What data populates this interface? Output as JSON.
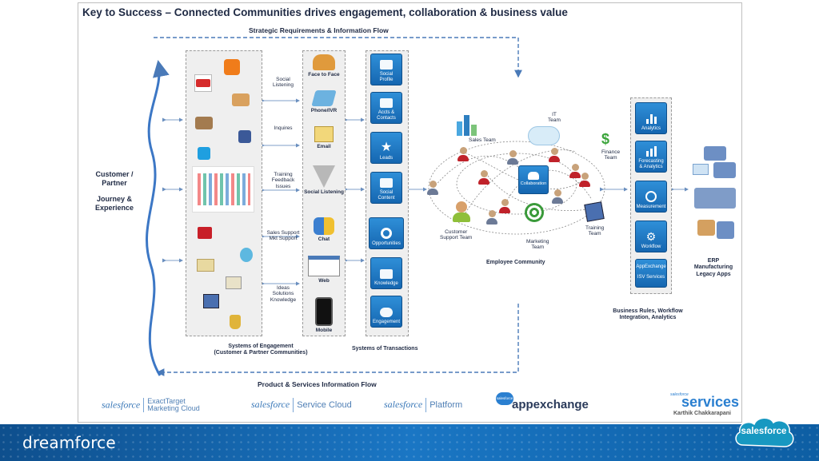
{
  "title": "Key to Success – Connected Communities drives engagement, collaboration & business value",
  "flows": {
    "top": "Strategic Requirements & Information Flow",
    "bottom": "Product & Services Information Flow"
  },
  "customer_label": {
    "line1": "Customer /",
    "line2": "Partner",
    "line3": "Journey &",
    "line4": "Experience"
  },
  "interactions": [
    {
      "line1": "Social",
      "line2": "Listening",
      "line3": ""
    },
    {
      "line1": "Inquires",
      "line2": "",
      "line3": ""
    },
    {
      "line1": "Training",
      "line2": "Feedback",
      "line3": "Issues"
    },
    {
      "line1": "Sales Support",
      "line2": "Mkt Support",
      "line3": ""
    },
    {
      "line1": "Ideas",
      "line2": "Solutions",
      "line3": "Knowledge"
    }
  ],
  "channels": [
    "Face to Face",
    "Phone/IVR",
    "Email",
    "Social Listening",
    "Chat",
    "Web",
    "Mobile"
  ],
  "transactions": [
    {
      "line1": "Social",
      "line2": "Profile"
    },
    {
      "line1": "Accts &",
      "line2": "Contacts"
    },
    {
      "line1": "Leads",
      "line2": ""
    },
    {
      "line1": "Social",
      "line2": "Content"
    },
    {
      "line1": "Opportunities",
      "line2": ""
    },
    {
      "line1": "Knowledge",
      "line2": ""
    },
    {
      "line1": "Engagement",
      "line2": ""
    }
  ],
  "engagement_label": {
    "line1": "Systems of Engagement",
    "line2": "(Customer & Partner Communities)"
  },
  "transactions_label": "Systems of Transactions",
  "community": {
    "center": "Collaboration",
    "label": "Employee Community",
    "teams": {
      "sales": "Sales Team",
      "it_line1": "IT",
      "it_line2": "Team",
      "finance_line1": "Finance",
      "finance_line2": "Team",
      "support_line1": "Customer",
      "support_line2": "Support Team",
      "marketing_line1": "Marketing",
      "marketing_line2": "Team",
      "training_line1": "Training",
      "training_line2": "Team"
    }
  },
  "business": [
    {
      "line1": "Analytics",
      "line2": ""
    },
    {
      "line1": "Forecasting",
      "line2": "& Analytics"
    },
    {
      "line1": "Measurement",
      "line2": ""
    },
    {
      "line1": "Workflow",
      "line2": ""
    },
    {
      "line1": "AppExchange",
      "line2": "ISV Services"
    }
  ],
  "business_label": {
    "line1": "Business Rules, Workflow",
    "line2": "Integration, Analytics"
  },
  "erp_label": {
    "line1": "ERP",
    "line2": "Manufacturing",
    "line3": "Legacy Apps"
  },
  "logos": {
    "et_brand": "salesforce",
    "et_line1": "ExactTarget",
    "et_line2": "Marketing Cloud",
    "sc_brand": "salesforce",
    "sc_name": "Service Cloud",
    "pf_brand": "salesforce",
    "pf_name": "Platform",
    "ax_small": "salesforce",
    "ax_name": "appexchange",
    "sv_small": "salesforce",
    "sv_name": "services",
    "sv_author": "Karthik Chakkarapani"
  },
  "footer": {
    "left": "dreamforce",
    "right": "salesforce"
  },
  "colors": {
    "tile_blue": "#1f7cc7",
    "footer_blue": "#1566b0",
    "arrow_blue": "#4a7ab8"
  }
}
